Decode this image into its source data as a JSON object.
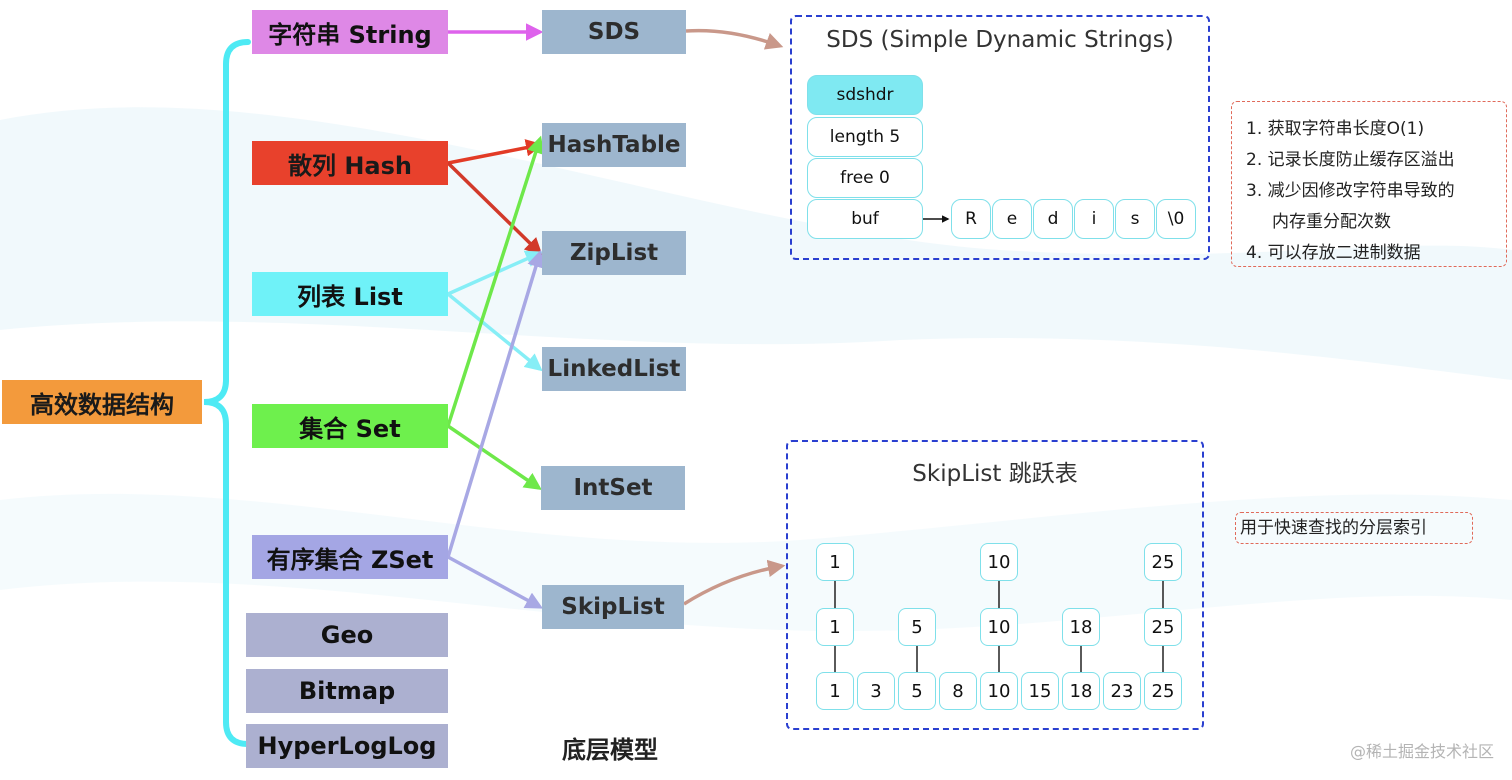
{
  "root": {
    "label": "高效数据结构"
  },
  "types": [
    {
      "id": "string",
      "label": "字符串 String",
      "color": "#DE88E6"
    },
    {
      "id": "hash",
      "label": "散列 Hash",
      "color": "#E8412C"
    },
    {
      "id": "list",
      "label": "列表 List",
      "color": "#6FF2F8"
    },
    {
      "id": "set",
      "label": "集合 Set",
      "color": "#6EF04D"
    },
    {
      "id": "zset",
      "label": "有序集合 ZSet",
      "color": "#A4A6E4"
    },
    {
      "id": "geo",
      "label": "Geo",
      "color": "#ACB0D0"
    },
    {
      "id": "bitmap",
      "label": "Bitmap",
      "color": "#ACB0D0"
    },
    {
      "id": "hyperloglog",
      "label": "HyperLogLog",
      "color": "#ACB0D0"
    }
  ],
  "models": [
    {
      "id": "sds",
      "label": "SDS"
    },
    {
      "id": "hashtable",
      "label": "HashTable"
    },
    {
      "id": "ziplist",
      "label": "ZipList"
    },
    {
      "id": "linkedlist",
      "label": "LinkedList"
    },
    {
      "id": "intset",
      "label": "IntSet"
    },
    {
      "id": "skiplist",
      "label": "SkipList"
    }
  ],
  "models_caption": "底层模型",
  "links": [
    {
      "from": "string",
      "to": "sds",
      "color": "#DE62EC"
    },
    {
      "from": "hash",
      "to": "hashtable",
      "color": "#E23B26"
    },
    {
      "from": "hash",
      "to": "ziplist",
      "color": "#D23A2A"
    },
    {
      "from": "list",
      "to": "ziplist",
      "color": "#86EEF6"
    },
    {
      "from": "list",
      "to": "linkedlist",
      "color": "#86EEF6"
    },
    {
      "from": "set",
      "to": "hashtable",
      "color": "#6EE84A"
    },
    {
      "from": "set",
      "to": "intset",
      "color": "#6EE84A"
    },
    {
      "from": "zset",
      "to": "ziplist",
      "color": "#A8A8E4"
    },
    {
      "from": "zset",
      "to": "skiplist",
      "color": "#A8A8E4"
    }
  ],
  "sds_panel": {
    "title": "SDS (Simple Dynamic Strings)",
    "header": "sdshdr",
    "fields": [
      "length 5",
      "free 0",
      "buf"
    ],
    "buf_chars": [
      "R",
      "e",
      "d",
      "i",
      "s",
      "\\0"
    ]
  },
  "sds_notes": [
    "1. 获取字符串长度O(1)",
    "2. 记录长度防止缓存区溢出",
    "3. 减少因修改字符串导致的",
    "内存重分配次数",
    "4. 可以存放二进制数据"
  ],
  "skiplist_panel": {
    "title": "SkipList 跳跃表",
    "base": [
      "1",
      "3",
      "5",
      "8",
      "10",
      "15",
      "18",
      "23",
      "25"
    ],
    "level2": [
      "1",
      "5",
      "10",
      "18",
      "25"
    ],
    "level3": [
      "1",
      "10",
      "25"
    ]
  },
  "skiplist_note": "用于快速查找的分层索引",
  "watermark": "@稀土掘金技术社区",
  "colors": {
    "brace": "#4EEAF4",
    "panel_border": "#2a3fd0",
    "arrow": "#C9988A",
    "model_fill": "#9DB6CE",
    "root_fill": "#F39A3C"
  }
}
